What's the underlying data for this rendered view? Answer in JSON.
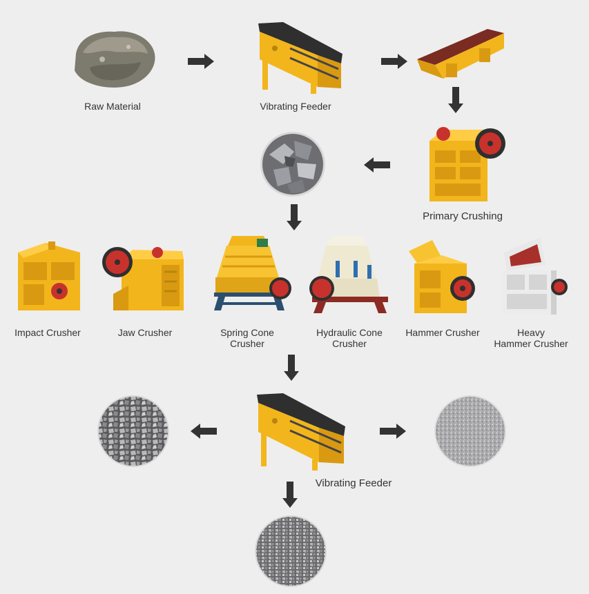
{
  "diagram": {
    "labels": {
      "raw_material": "Raw Material",
      "vibrating_feeder_top": "Vibrating Feeder",
      "primary_crushing": "Primary Crushing",
      "impact_crusher": "Impact Crusher",
      "jaw_crusher": "Jaw Crusher",
      "spring_cone_line1": "Spring Cone",
      "spring_cone_line2": "Crusher",
      "hydraulic_cone_line1": "Hydraulic Cone",
      "hydraulic_cone_line2": "Crusher",
      "hammer_crusher": "Hammer Crusher",
      "heavy_hammer_line1": "Heavy",
      "heavy_hammer_line2": "Hammer Crusher",
      "vibrating_feeder_bottom": "Vibrating Feeder"
    },
    "colors": {
      "background": "#eeeeee",
      "machine_yellow": "#f2b51c",
      "machine_dark": "#3a3a3a",
      "flywheel_red": "#c8322d",
      "arrow": "#333333",
      "stone_gray": "#8c8c8c"
    }
  }
}
